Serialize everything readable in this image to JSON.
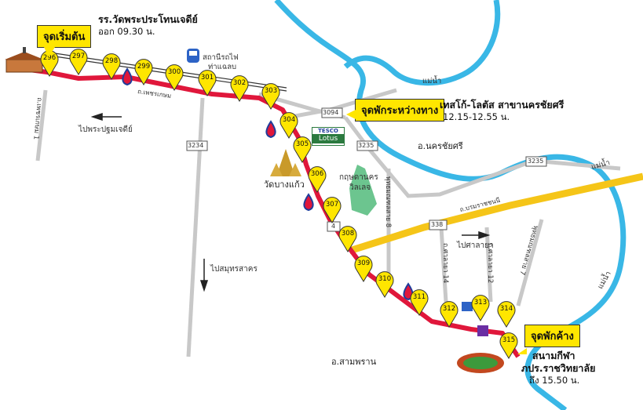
{
  "callouts": {
    "start": "จุดเริ่มต้น",
    "rest": "จุดพักระหว่างทาง",
    "end": "จุดพักค้าง"
  },
  "info": {
    "start_title": "รร.วัดพระประโทนเจดีย์",
    "start_time": "ออก 09.30 น.",
    "rest_title": "เทสโก้-โลตัส สาขานครชัยศรี",
    "rest_time": "12.15-12.55 น.",
    "end_title_1": "สนามกีฬา",
    "end_title_2": "ภปร.ราชวิทยาลัย",
    "end_time": "ถึง 15.50 น."
  },
  "markers": [
    "296",
    "297",
    "298",
    "299",
    "300",
    "301",
    "302",
    "303",
    "304",
    "305",
    "306",
    "307",
    "308",
    "309",
    "310",
    "311",
    "312",
    "313",
    "314",
    "315"
  ],
  "roads": {
    "petchkasem": "ถ.เพชรเกษม",
    "route_3094": "3094",
    "route_3235_a": "3235",
    "route_3235_b": "3235",
    "route_3234": "3234",
    "route_4": "4",
    "route_338": "338",
    "borommaratchachonnani": "ถ.บรมราชชนนี",
    "road_right_1": "ถ.ศาลายา 14",
    "road_right_2": "ถ.ศาลายา 12",
    "road_right_3": "พุทธมณฑลสาย 7",
    "road_mid": "พุทธมณฑลสาย 8",
    "road_left": "ถ.เพชรเกษม 1"
  },
  "places": {
    "train_station": "สถานีรถไฟ",
    "train_station_2": "ท่าแฉลบ",
    "wat_bangkaeo": "วัดบางแก้ว",
    "krisadanakorn": "กฤษดานคร",
    "village": "วิลเลจ",
    "nakhon_chai_si": "อ.นครชัยศรี",
    "sam_phran": "อ.สามพราน",
    "river_1": "แม่น้ำ",
    "river_2": "แม่น้ำ",
    "river_3": "แม่น้ำ"
  },
  "directions": {
    "to_phra_pathom": "ไปพระปฐมเจดีย์",
    "to_samut_sakhon": "ไปสมุทรสาคร",
    "to_salaya": "ไปศาลายา"
  },
  "logos": {
    "tesco": "TESCO",
    "lotus": "Lotus"
  },
  "colors": {
    "route": "#e0173b",
    "river": "#39b7e6",
    "road": "#c8c8c8",
    "highway": "#f5c518",
    "marker": "#ffe600",
    "green_area": "#6cc58f"
  }
}
